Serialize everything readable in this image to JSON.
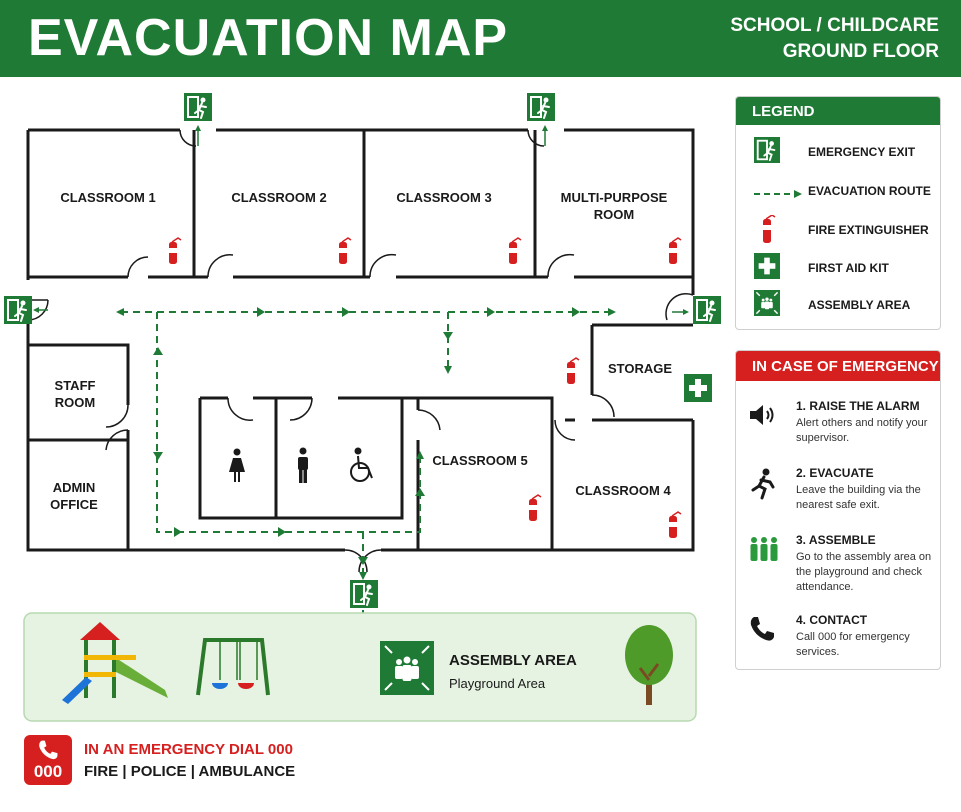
{
  "header": {
    "title": "EVACUATION MAP",
    "subtitle_line1": "SCHOOL / CHILDCARE",
    "subtitle_line2": "GROUND FLOOR"
  },
  "rooms": {
    "classroom1": "CLASSROOM 1",
    "classroom2": "CLASSROOM 2",
    "classroom3": "CLASSROOM 3",
    "multipurpose_line1": "MULTI-PURPOSE",
    "multipurpose_line2": "ROOM",
    "staff_line1": "STAFF",
    "staff_line2": "ROOM",
    "admin_line1": "ADMIN",
    "admin_line2": "OFFICE",
    "storage": "STORAGE",
    "classroom5": "CLASSROOM 5",
    "classroom4": "CLASSROOM 4"
  },
  "assembly": {
    "title": "ASSEMBLY AREA",
    "subtitle": "Playground Area"
  },
  "legend": {
    "title": "LEGEND",
    "items": [
      {
        "icon": "emergency-exit-icon",
        "label": "EMERGENCY EXIT"
      },
      {
        "icon": "evacuation-route-icon",
        "label": "EVACUATION ROUTE"
      },
      {
        "icon": "fire-extinguisher-icon",
        "label": "FIRE EXTINGUISHER"
      },
      {
        "icon": "first-aid-kit-icon",
        "label": "FIRST AID KIT"
      },
      {
        "icon": "assembly-area-icon",
        "label": "ASSEMBLY AREA"
      }
    ]
  },
  "emergency": {
    "title": "IN CASE OF EMERGENCY",
    "steps": [
      {
        "icon": "speaker-icon",
        "title": "1. RAISE THE ALARM",
        "desc": "Alert others and notify your supervisor."
      },
      {
        "icon": "running-person-icon",
        "title": "2. EVACUATE",
        "desc": "Leave the building via the nearest safe exit."
      },
      {
        "icon": "group-people-icon",
        "title": "3. ASSEMBLE",
        "desc": "Go to the assembly area on the playground and check attendance."
      },
      {
        "icon": "phone-icon",
        "title": "4. CONTACT",
        "desc": "Call 000 for emergency services."
      }
    ]
  },
  "dial": {
    "number": "000",
    "line1": "IN AN EMERGENCY DIAL 000",
    "line2": "FIRE | POLICE | AMBULANCE"
  },
  "colors": {
    "green": "#1f7a35",
    "red": "#d62020",
    "route": "#1f7a35",
    "playground_bg": "#e6f3e2"
  }
}
